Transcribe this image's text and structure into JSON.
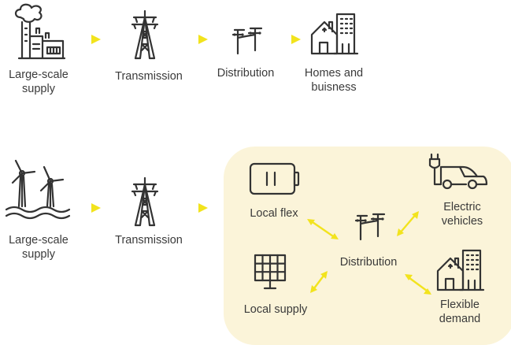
{
  "colors": {
    "accent_yellow": "#f2e31d",
    "panel_bg": "#fbf4d9",
    "line": "#333333"
  },
  "top_row": {
    "supply": {
      "icon": "factory-icon",
      "line1": "Large-scale",
      "line2": "supply"
    },
    "transmission": {
      "icon": "transmission-tower-icon",
      "label": "Transmission"
    },
    "distribution": {
      "icon": "utility-pole-icon",
      "label": "Distribution"
    },
    "homes": {
      "icon": "homes-buildings-icon",
      "line1": "Homes and",
      "line2": "buisness"
    }
  },
  "bottom_row": {
    "supply": {
      "icon": "wind-turbine-icon",
      "line1": "Large-scale",
      "line2": "supply"
    },
    "transmission": {
      "icon": "transmission-tower-icon",
      "label": "Transmission"
    }
  },
  "local_network": {
    "local_flex": {
      "icon": "battery-icon",
      "label": "Local flex"
    },
    "electric_vehicles": {
      "icon": "electric-car-icon",
      "line1": "Electric",
      "line2": "vehicles"
    },
    "distribution": {
      "icon": "utility-pole-icon",
      "label": "Distribution"
    },
    "local_supply": {
      "icon": "solar-panel-icon",
      "label": "Local supply"
    },
    "flexible_demand": {
      "icon": "homes-buildings-icon",
      "line1": "Flexible",
      "line2": "demand"
    }
  }
}
